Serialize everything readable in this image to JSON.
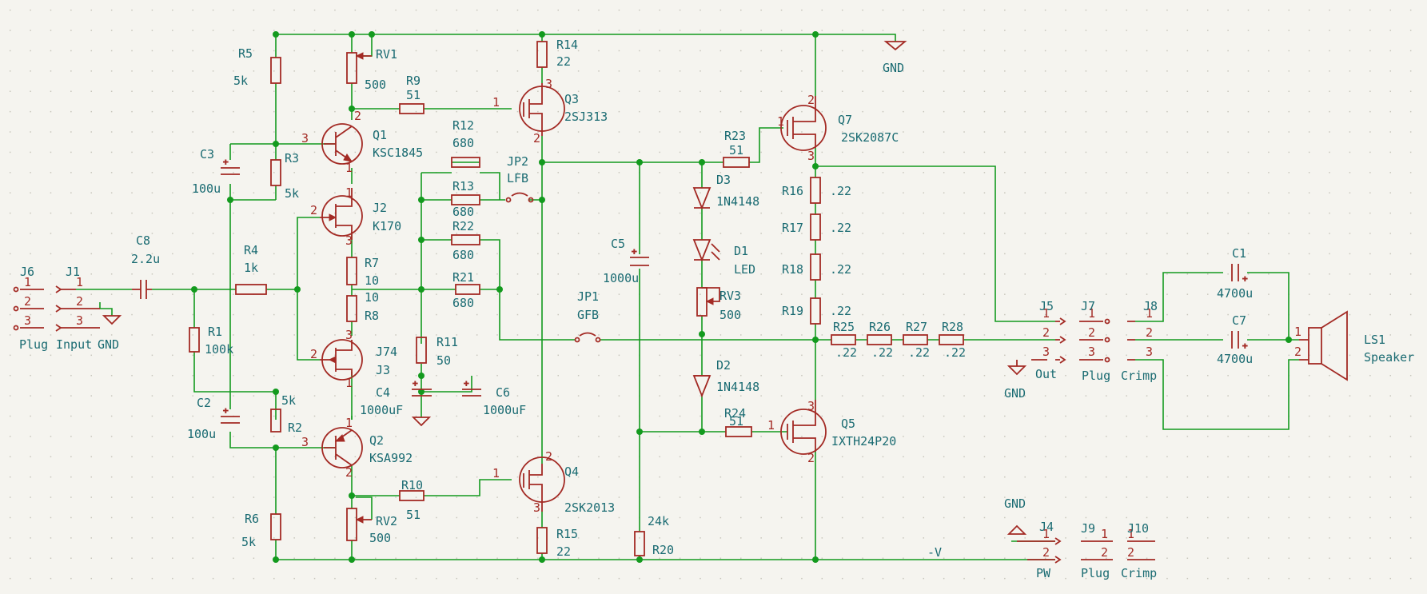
{
  "labels": {
    "R5": "R5",
    "R5v": "5k",
    "RV1": "RV1",
    "RV1v": "500",
    "R9": "R9",
    "R9v": "51",
    "R14": "R14",
    "R14v": "22",
    "Q3": "Q3",
    "Q3v": "2SJ313",
    "GND_top": "GND",
    "Q1": "Q1",
    "Q1v": "KSC1845",
    "C3": "C3",
    "C3v": "100u",
    "R3": "R3",
    "R3v": "5k",
    "R12": "R12",
    "R12v": "680",
    "JP2": "JP2",
    "JP2v": "LFB",
    "R13": "R13",
    "R13v": "680",
    "R22": "R22",
    "R22v": "680",
    "R21": "R21",
    "R21v": "680",
    "J2": "J2",
    "J2v": "K170",
    "R4": "R4",
    "R4v": "1k",
    "C8": "C8",
    "C8v": "2.2u",
    "J6": "J6",
    "J1": "J1",
    "Plug": "Plug",
    "Input": "Input",
    "GND_in": "GND",
    "R7": "R7",
    "R7v": "10",
    "R8": "R8",
    "R8v": "10",
    "R1": "R1",
    "R1v": "100k",
    "J74": "J74",
    "J3": "J3",
    "R11": "R11",
    "R11v": "50",
    "C4": "C4",
    "C4v": "1000uF",
    "C6": "C6",
    "C6v": "1000uF",
    "C2": "C2",
    "C2v": "100u",
    "R2": "R2",
    "R2v": "5k",
    "Q2": "Q2",
    "Q2v": "KSA992",
    "R10": "R10",
    "R10v": "51",
    "Q4": "Q4",
    "Q4v": "2SK2013",
    "RV2": "RV2",
    "RV2v": "500",
    "R6": "R6",
    "R6v": "5k",
    "R15": "R15",
    "R15v": "22",
    "R20": "R20",
    "R20v": "24k",
    "C5": "C5",
    "C5v": "1000u",
    "JP1": "JP1",
    "JP1v": "GFB",
    "R23": "R23",
    "R23v": "51",
    "Q7": "Q7",
    "Q7v": "2SK2087C",
    "D3": "D3",
    "D3v": "1N4148",
    "D1": "D1",
    "D1v": "LED",
    "RV3": "RV3",
    "RV3v": "500",
    "D2": "D2",
    "D2v": "1N4148",
    "R24": "R24",
    "R24v": "51",
    "Q5": "Q5",
    "Q5v": "IXTH24P20",
    "R16": "R16",
    "R16v": ".22",
    "R17": "R17",
    "R17v": ".22",
    "R18": "R18",
    "R18v": ".22",
    "R19": "R19",
    "R19v": ".22",
    "R25": "R25",
    "R25v": ".22",
    "R26": "R26",
    "R26v": ".22",
    "R27": "R27",
    "R27v": ".22",
    "R28": "R28",
    "R28v": ".22",
    "J5": "J5",
    "Out": "Out",
    "GND_out": "GND",
    "J7": "J7",
    "J7v": "Plug",
    "J8": "J8",
    "J8v": "Crimp",
    "C1": "C1",
    "C1v": "4700u",
    "C7": "C7",
    "C7v": "4700u",
    "LS1": "LS1",
    "LS1v": "Speaker",
    "GND_pw": "GND",
    "J4": "J4",
    "PW": "PW",
    "negV": "-V",
    "J9": "J9",
    "J9v": "Plug",
    "J10": "J10",
    "J10v": "Crimp"
  },
  "colors": {
    "wire": "#139a1e",
    "part": "#a32a24",
    "text": "#1a6b72",
    "background": "#f5f4ef"
  }
}
